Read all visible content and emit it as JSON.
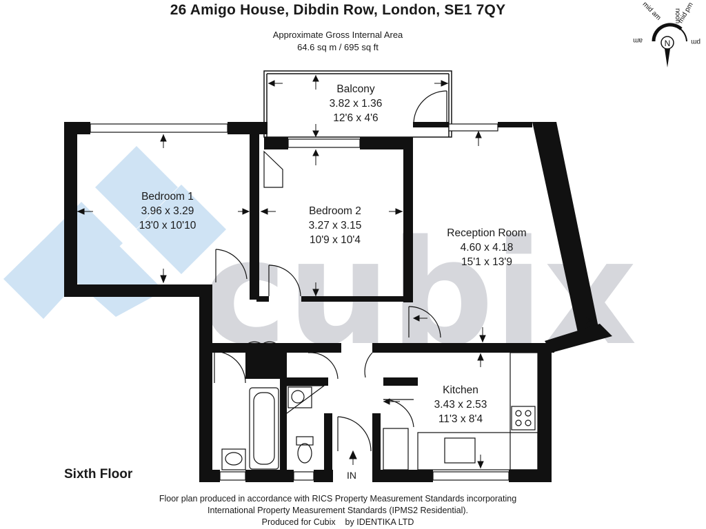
{
  "title": "26 Amigo House, Dibdin Row, London, SE1 7QY",
  "area": {
    "label": "Approximate Gross Internal Area",
    "value": "64.6 sq m / 695 sq ft"
  },
  "floor_label": "Sixth Floor",
  "entrance_label": "IN",
  "watermark": "cubix",
  "rooms": {
    "balcony": {
      "name": "Balcony",
      "metric": "3.82 x 1.36",
      "imperial": "12'6 x 4'6"
    },
    "bedroom1": {
      "name": "Bedroom 1",
      "metric": "3.96 x 3.29",
      "imperial": "13'0 x 10'10"
    },
    "bedroom2": {
      "name": "Bedroom 2",
      "metric": "3.27 x 3.15",
      "imperial": "10'9 x 10'4"
    },
    "reception": {
      "name": "Reception Room",
      "metric": "4.60 x 4.18",
      "imperial": "15'1 x 13'9"
    },
    "kitchen": {
      "name": "Kitchen",
      "metric": "3.43 x 2.53",
      "imperial": "11'3 x 8'4"
    }
  },
  "compass": {
    "north": "N",
    "labels": [
      "pm",
      "mid pm",
      "noon",
      "mid am",
      "am"
    ]
  },
  "footer": {
    "line1": "Floor plan produced in accordance with RICS Property Measurement Standards incorporating",
    "line2": "International Property Measurement Standards (IPMS2 Residential).",
    "line3": "Produced for Cubix    by IDENTIKA LTD"
  },
  "colors": {
    "wall": "#111111",
    "watermark_grey": "#cfd1d6",
    "watermark_blue": "#cfe3f4"
  }
}
